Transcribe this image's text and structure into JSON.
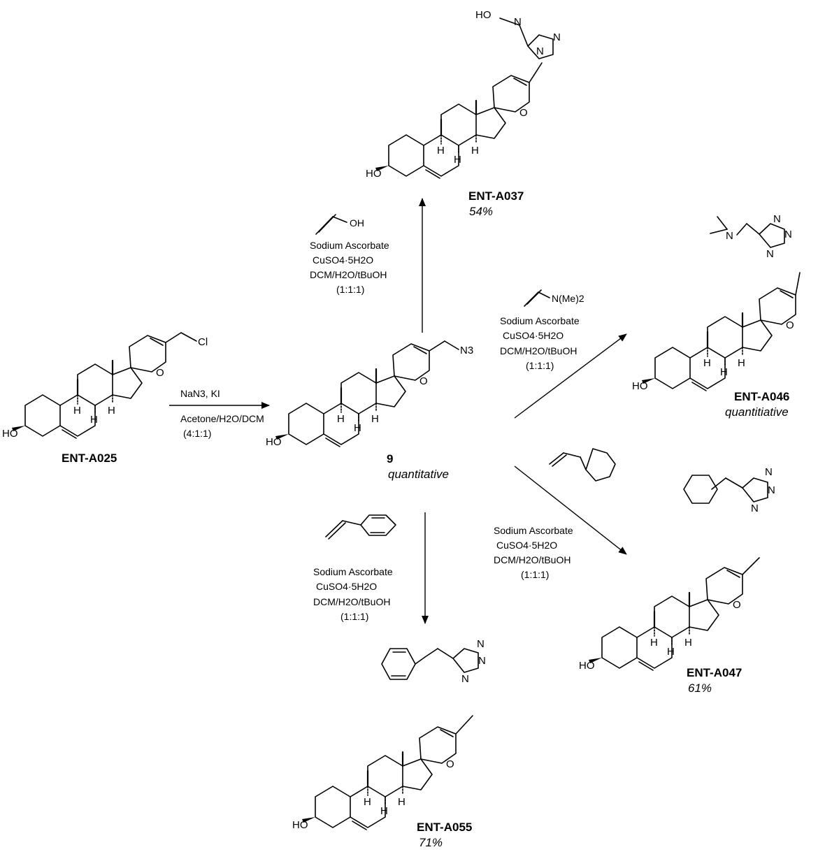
{
  "compounds": {
    "start": {
      "name": "ENT-A025",
      "yield": "",
      "oh": "HO",
      "sub": "Cl"
    },
    "mid": {
      "name": "9",
      "yield": "quantitative",
      "oh": "HO",
      "sub": "N3"
    },
    "a037": {
      "name": "ENT-A037",
      "yield": "54%",
      "oh": "HO",
      "sub": "HO"
    },
    "a046": {
      "name": "ENT-A046",
      "yield": "quantitiative",
      "oh": "HO",
      "sub": "N(Me)2"
    },
    "a047": {
      "name": "ENT-A047",
      "yield": "61%",
      "oh": "HO"
    },
    "a055": {
      "name": "ENT-A055",
      "yield": "71%",
      "oh": "HO"
    }
  },
  "reagents": {
    "step1": {
      "line1": "NaN3, KI",
      "line2": "Acetone/H2O/DCM",
      "line3": "(4:1:1)"
    },
    "click": {
      "line1": "Sodium Ascorbate",
      "line2": "CuSO4·5H2O",
      "line3": "DCM/H2O/tBuOH",
      "line4": "(1:1:1)"
    },
    "propargyl_alcohol": "OH",
    "propargyl_amine": "N(Me)2"
  },
  "atoms": {
    "oxygen": "O",
    "hydrogen": "H",
    "nitrogen": "N"
  }
}
